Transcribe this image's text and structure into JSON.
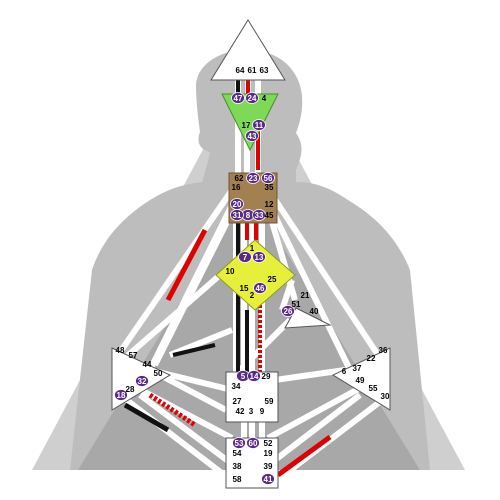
{
  "colors": {
    "head_center": "#ffffff",
    "ajna_center": "#7ed957",
    "throat_center": "#a2804f",
    "g_center": "#e6ef3a",
    "white_center": "#ffffff",
    "activation_bubble": "#5a2a8a",
    "channel_red": "#e00000",
    "channel_black": "#111111",
    "background_silhouette": "#c6c6c6",
    "background_body": "#a9a9a9"
  },
  "gates": {
    "64": {
      "label": "64",
      "active": false
    },
    "61": {
      "label": "61",
      "active": false
    },
    "63": {
      "label": "63",
      "active": false
    },
    "47": {
      "label": "47",
      "active": true
    },
    "24": {
      "label": "24",
      "active": true
    },
    "4": {
      "label": "4",
      "active": false
    },
    "17": {
      "label": "17",
      "active": false
    },
    "11": {
      "label": "11",
      "active": true
    },
    "43": {
      "label": "43",
      "active": true
    },
    "62": {
      "label": "62",
      "active": false
    },
    "23": {
      "label": "23",
      "active": true
    },
    "56": {
      "label": "56",
      "active": true
    },
    "16": {
      "label": "16",
      "active": false
    },
    "35": {
      "label": "35",
      "active": false
    },
    "20": {
      "label": "20",
      "active": true
    },
    "12": {
      "label": "12",
      "active": false
    },
    "31": {
      "label": "31",
      "active": true
    },
    "8": {
      "label": "8",
      "active": true
    },
    "33": {
      "label": "33",
      "active": true
    },
    "45": {
      "label": "45",
      "active": false
    },
    "1": {
      "label": "1",
      "active": false
    },
    "7": {
      "label": "7",
      "active": true
    },
    "13": {
      "label": "13",
      "active": true
    },
    "10": {
      "label": "10",
      "active": false
    },
    "25": {
      "label": "25",
      "active": false
    },
    "15": {
      "label": "15",
      "active": false
    },
    "46": {
      "label": "46",
      "active": true
    },
    "2": {
      "label": "2",
      "active": false
    },
    "21": {
      "label": "21",
      "active": false
    },
    "51": {
      "label": "51",
      "active": false
    },
    "26": {
      "label": "26",
      "active": true
    },
    "40": {
      "label": "40",
      "active": false
    },
    "48": {
      "label": "48",
      "active": false
    },
    "57": {
      "label": "57",
      "active": false
    },
    "44": {
      "label": "44",
      "active": false
    },
    "50": {
      "label": "50",
      "active": false
    },
    "32": {
      "label": "32",
      "active": true
    },
    "28": {
      "label": "28",
      "active": false
    },
    "18": {
      "label": "18",
      "active": true
    },
    "5": {
      "label": "5",
      "active": true
    },
    "14": {
      "label": "14",
      "active": true
    },
    "29": {
      "label": "29",
      "active": false
    },
    "34": {
      "label": "34",
      "active": false
    },
    "27": {
      "label": "27",
      "active": false
    },
    "59": {
      "label": "59",
      "active": false
    },
    "42": {
      "label": "42",
      "active": false
    },
    "3": {
      "label": "3",
      "active": false
    },
    "9": {
      "label": "9",
      "active": false
    },
    "36": {
      "label": "36",
      "active": false
    },
    "22": {
      "label": "22",
      "active": false
    },
    "6": {
      "label": "6",
      "active": false
    },
    "37": {
      "label": "37",
      "active": false
    },
    "49": {
      "label": "49",
      "active": false
    },
    "55": {
      "label": "55",
      "active": false
    },
    "30": {
      "label": "30",
      "active": false
    },
    "53": {
      "label": "53",
      "active": true
    },
    "60": {
      "label": "60",
      "active": true
    },
    "52": {
      "label": "52",
      "active": false
    },
    "54": {
      "label": "54",
      "active": false
    },
    "19": {
      "label": "19",
      "active": false
    },
    "38": {
      "label": "38",
      "active": false
    },
    "39": {
      "label": "39",
      "active": false
    },
    "58": {
      "label": "58",
      "active": false
    },
    "41": {
      "label": "41",
      "active": true
    }
  }
}
